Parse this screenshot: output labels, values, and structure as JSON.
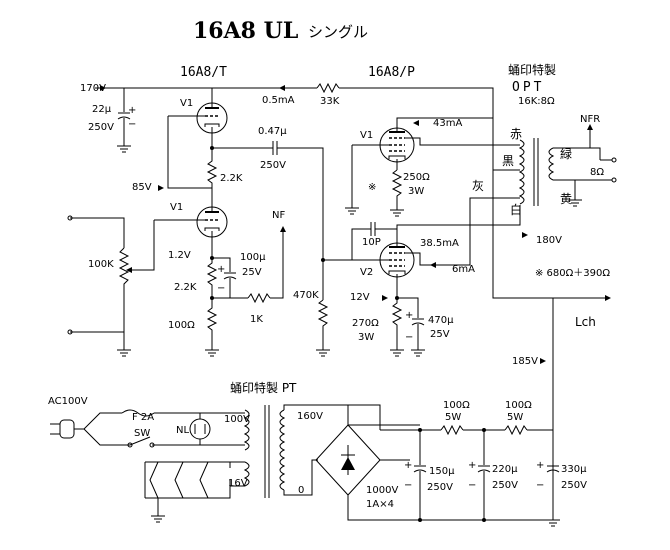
{
  "title": {
    "main": "16A8 UL",
    "sub": "シングル"
  },
  "stage_labels": {
    "driver": "16A8/T",
    "power": "16A8/P"
  },
  "opt": {
    "line1": "蛹印特製",
    "line2": "OPT",
    "line3": "16K:8Ω"
  },
  "pt": {
    "label": "蛹印特製 PT"
  },
  "labels": {
    "v170": "170V",
    "c22": "22µ",
    "c22v": "250V",
    "plus": "+",
    "minus": "−",
    "v1_top": "V1",
    "i05": "0.5mA",
    "r33k": "33K",
    "c047": "0.47µ",
    "c047v": "250V",
    "r22k_a": "2.2K",
    "v85": "85V",
    "v1_bot": "V1",
    "r100k": "100K",
    "v12": "1.2V",
    "c100": "100µ",
    "c100v": "25V",
    "r22k_k": "2.2K",
    "r100": "100Ω",
    "r1k": "1K",
    "nf": "NF",
    "r470k": "470K",
    "v1_pwr": "V1",
    "i43": "43mA",
    "mark": "※",
    "r250": "250Ω",
    "r250w": "3W",
    "c10p": "10P",
    "i385": "38.5mA",
    "i6": "6mA",
    "v2": "V2",
    "v12b": "12V",
    "r270": "270Ω",
    "r270w": "3W",
    "c470": "470µ",
    "c470v": "25V",
    "red": "赤",
    "black": "黒",
    "gray": "灰",
    "white": "白",
    "green": "緑",
    "yellow": "黄",
    "nfr": "NFR",
    "ohm8": "8Ω",
    "v180": "180V",
    "note": "※  680Ω＋390Ω",
    "lch": "Lch",
    "v185": "185V",
    "ac100": "AC100V",
    "fuse": "F 2A",
    "sw": "SW",
    "nl": "NL",
    "v100": "100V",
    "v160": "160V",
    "v16": "16V",
    "zero": "0",
    "rect": "1000V",
    "rect2": "1A×4",
    "rf1": "100Ω",
    "rf1w": "5W",
    "rf2": "100Ω",
    "rf2w": "5W",
    "c150": "150µ",
    "c150v": "250V",
    "c220": "220µ",
    "c220v": "250V",
    "c330": "330µ",
    "c330v": "250V"
  }
}
